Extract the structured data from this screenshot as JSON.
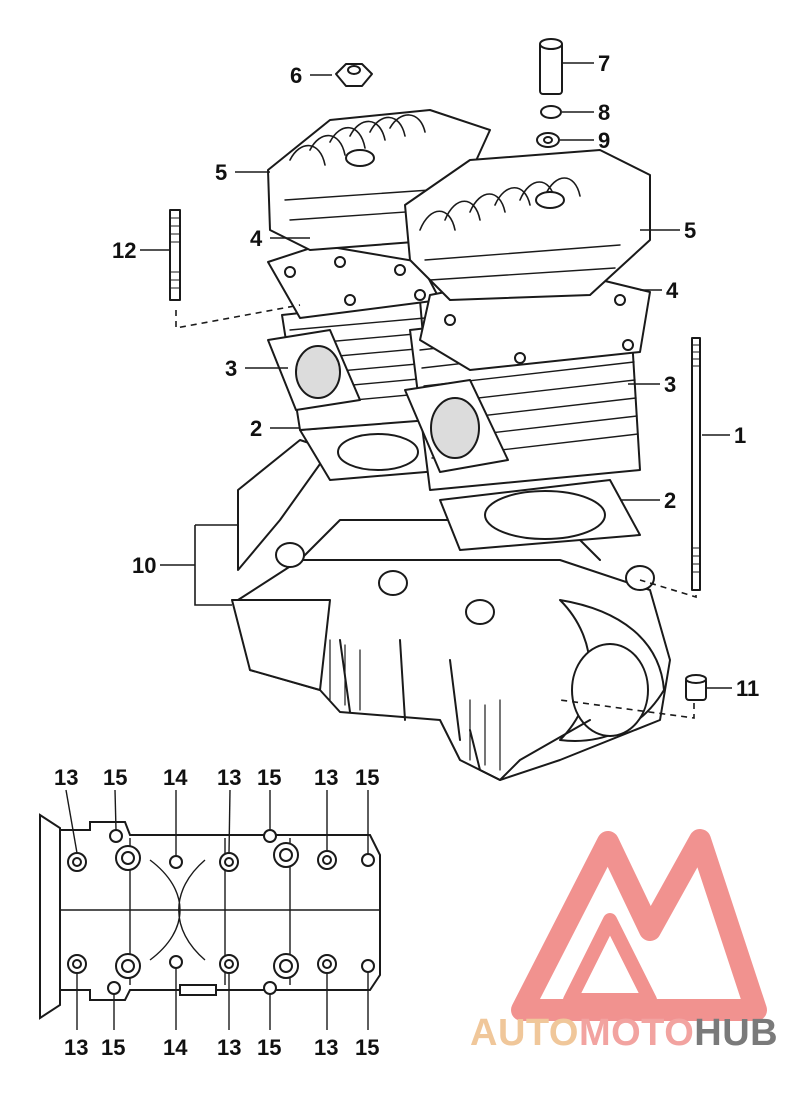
{
  "diagram": {
    "callouts": {
      "c1": "1",
      "c2a": "2",
      "c2b": "2",
      "c3a": "3",
      "c3b": "3",
      "c4a": "4",
      "c4b": "4",
      "c5a": "5",
      "c5b": "5",
      "c6": "6",
      "c7": "7",
      "c8": "8",
      "c9": "9",
      "c10": "10",
      "c11": "11",
      "c12": "12"
    },
    "crankcase_callouts": {
      "top": [
        "13",
        "15",
        "14",
        "13",
        "15",
        "13",
        "15"
      ],
      "bottom": [
        "13",
        "15",
        "14",
        "13",
        "15",
        "13",
        "15"
      ]
    }
  },
  "watermark": {
    "word_parts": [
      "AUTO",
      "MOTO",
      "HUB"
    ],
    "colors": {
      "auto": "#f0c79a",
      "moto": "#f2a3a0",
      "hub": "#7a7a7a",
      "triangle": "#ef7f7c"
    }
  }
}
